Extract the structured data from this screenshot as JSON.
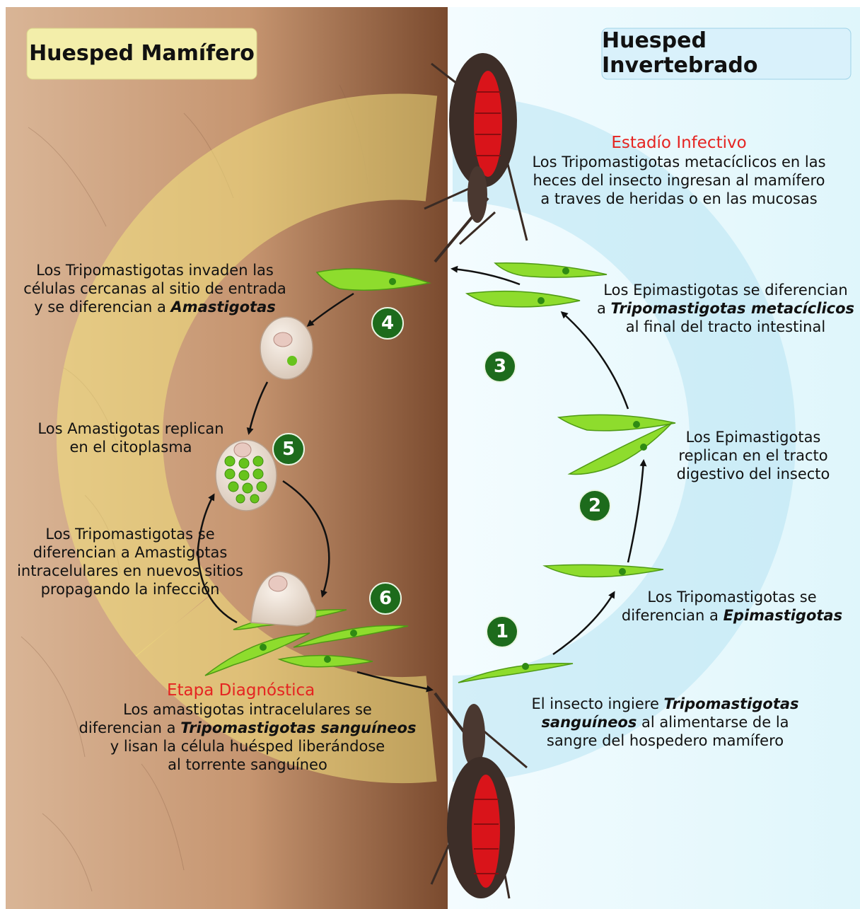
{
  "hosts": {
    "mammal": "Huesped Mamífero",
    "invertebrate": "Huesped Invertebrado"
  },
  "colors": {
    "stage_label": "#e52421",
    "step_circle": "#1d6b1c",
    "parasite": "#8edc2d",
    "skin": "#c99a76",
    "water": "#dcf4fb"
  },
  "infective": {
    "title": "Estadío Infectivo",
    "lines": [
      "Los Tripomastigotas metacíclicos en las",
      "heces del insecto ingresan al mamífero",
      "a traves de heridas o en las mucosas"
    ]
  },
  "diagnostic": {
    "title": "Etapa Diagnóstica",
    "line1": "Los amastigotas intracelulares se",
    "line2_pre": "diferencian a ",
    "line2_em": "Tripomastigotas sanguíneos",
    "line3": "y lisan la célula huésped liberándose",
    "line4": "al torrente sanguíneo"
  },
  "steps": {
    "s1": {
      "number": "1",
      "line1_pre": "El insecto ingiere ",
      "line1_em": "Tripomastigotas",
      "line2_em": "sanguíneos",
      "line2_post": " al alimentarse de la",
      "line3": "sangre del hospedero mamífero"
    },
    "s2": {
      "number": "2",
      "line1": "Los Tripomastigotas se",
      "line2_pre": "diferencian a ",
      "line2_em": "Epimastigotas"
    },
    "s2b": {
      "lines": [
        "Los Epimastigotas",
        "replican en el tracto",
        "digestivo del insecto"
      ]
    },
    "s3": {
      "number": "3",
      "line1": "Los Epimastigotas se diferencian",
      "line2_pre": "a ",
      "line2_em": "Tripomastigotas metacíclicos",
      "line3": "al final del tracto intestinal"
    },
    "s4": {
      "number": "4",
      "line1": "Los Tripomastigotas invaden las",
      "line2": "células cercanas al sitio de entrada",
      "line3_pre": "y se diferencian a ",
      "line3_em": "Amastigotas"
    },
    "s5": {
      "number": "5",
      "lines": [
        "Los Amastigotas replican",
        "en el citoplasma"
      ]
    },
    "s6": {
      "number": "6",
      "lines": [
        "Los Tripomastigotas se",
        "diferencian a Amastigotas",
        "intracelulares en nuevos sitios",
        "propagando la infección"
      ]
    }
  }
}
